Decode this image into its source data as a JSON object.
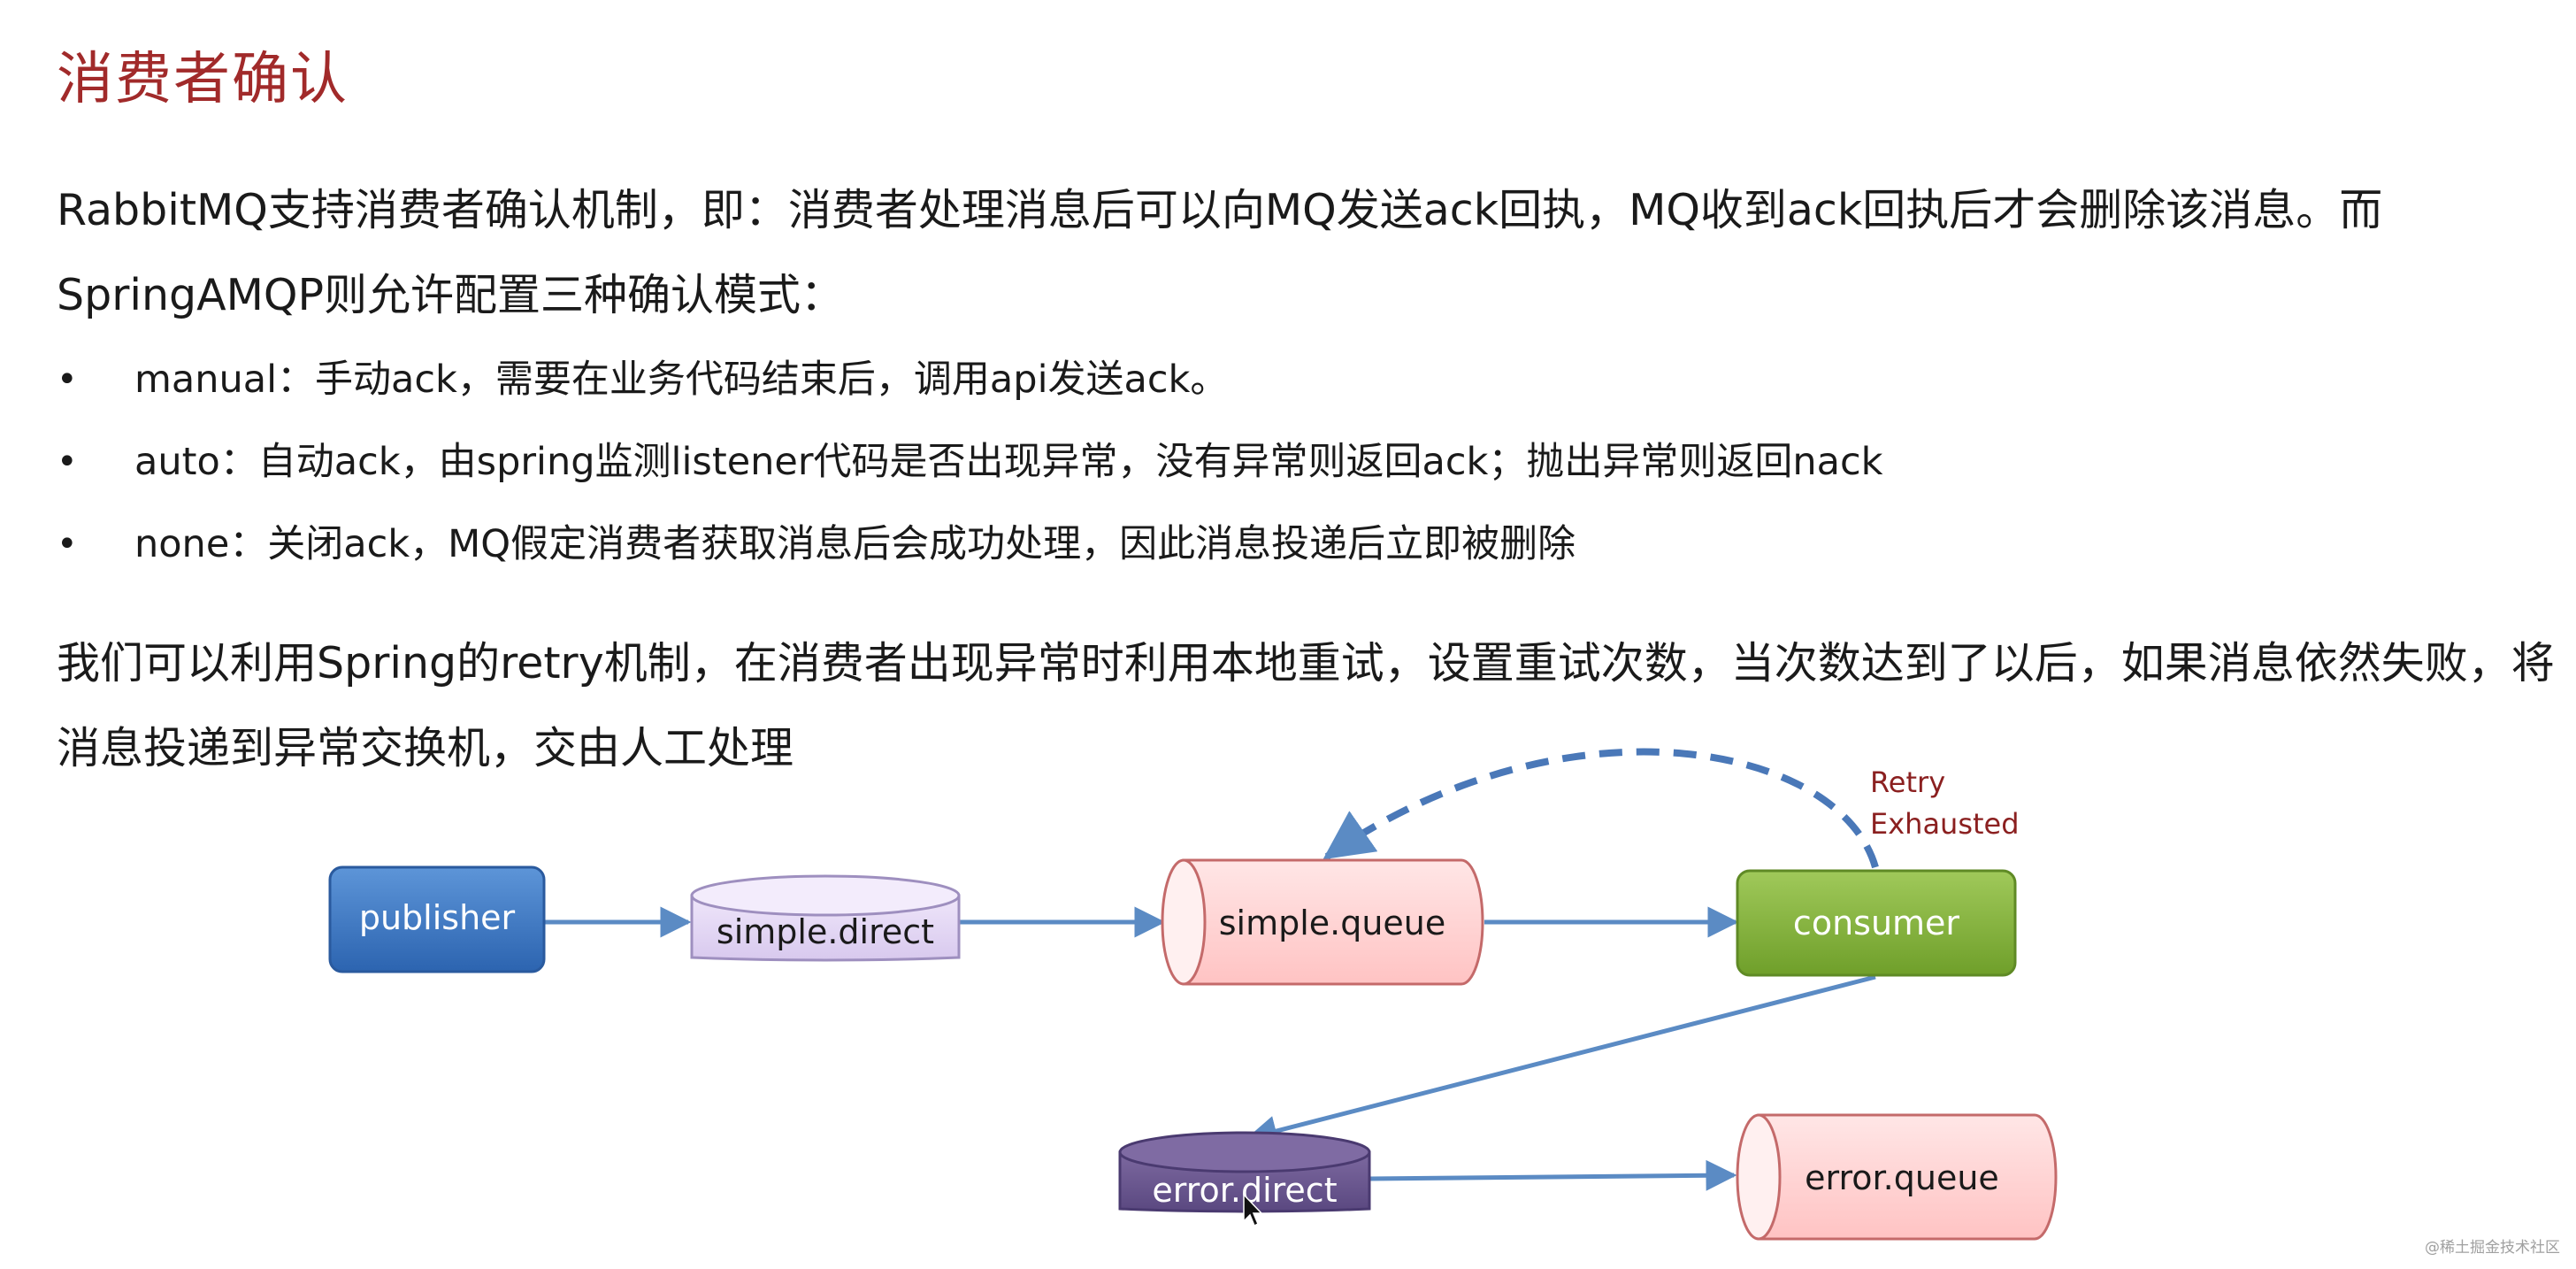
{
  "title": "消费者确认",
  "intro": "RabbitMQ支持消费者确认机制，即：消费者处理消息后可以向MQ发送ack回执，MQ收到ack回执后才会删除该消息。而SpringAMQP则允许配置三种确认模式：",
  "modes": [
    {
      "bullet": "•",
      "text": "manual：手动ack，需要在业务代码结束后，调用api发送ack。"
    },
    {
      "bullet": "•",
      "text": "auto：自动ack，由spring监测listener代码是否出现异常，没有异常则返回ack；抛出异常则返回nack"
    },
    {
      "bullet": "•",
      "text": "none：关闭ack，MQ假定消费者获取消息后会成功处理，因此消息投递后立即被删除"
    }
  ],
  "retry_paragraph": "我们可以利用Spring的retry机制，在消费者出现异常时利用本地重试，设置重试次数，当次数达到了以后，如果消息依然失败，将消息投递到异常交换机，交由人工处理",
  "diagram": {
    "nodes": {
      "publisher": "publisher",
      "simple_direct": "simple.direct",
      "simple_queue": "simple.queue",
      "consumer": "consumer",
      "error_direct": "error.direct",
      "error_queue": "error.queue"
    },
    "retry_label_line1": "Retry",
    "retry_label_line2": "Exhausted"
  },
  "watermark": "@稀土掘金技术社区",
  "colors": {
    "title": "#a12a2a",
    "publisher": "#3c78c5",
    "exchange": "#e5daf3",
    "queue": "#ffd7d7",
    "consumer": "#86b53a",
    "error_exchange": "#6e5a90",
    "arrow": "#5b8bc4",
    "retry_label": "#8b2020"
  }
}
